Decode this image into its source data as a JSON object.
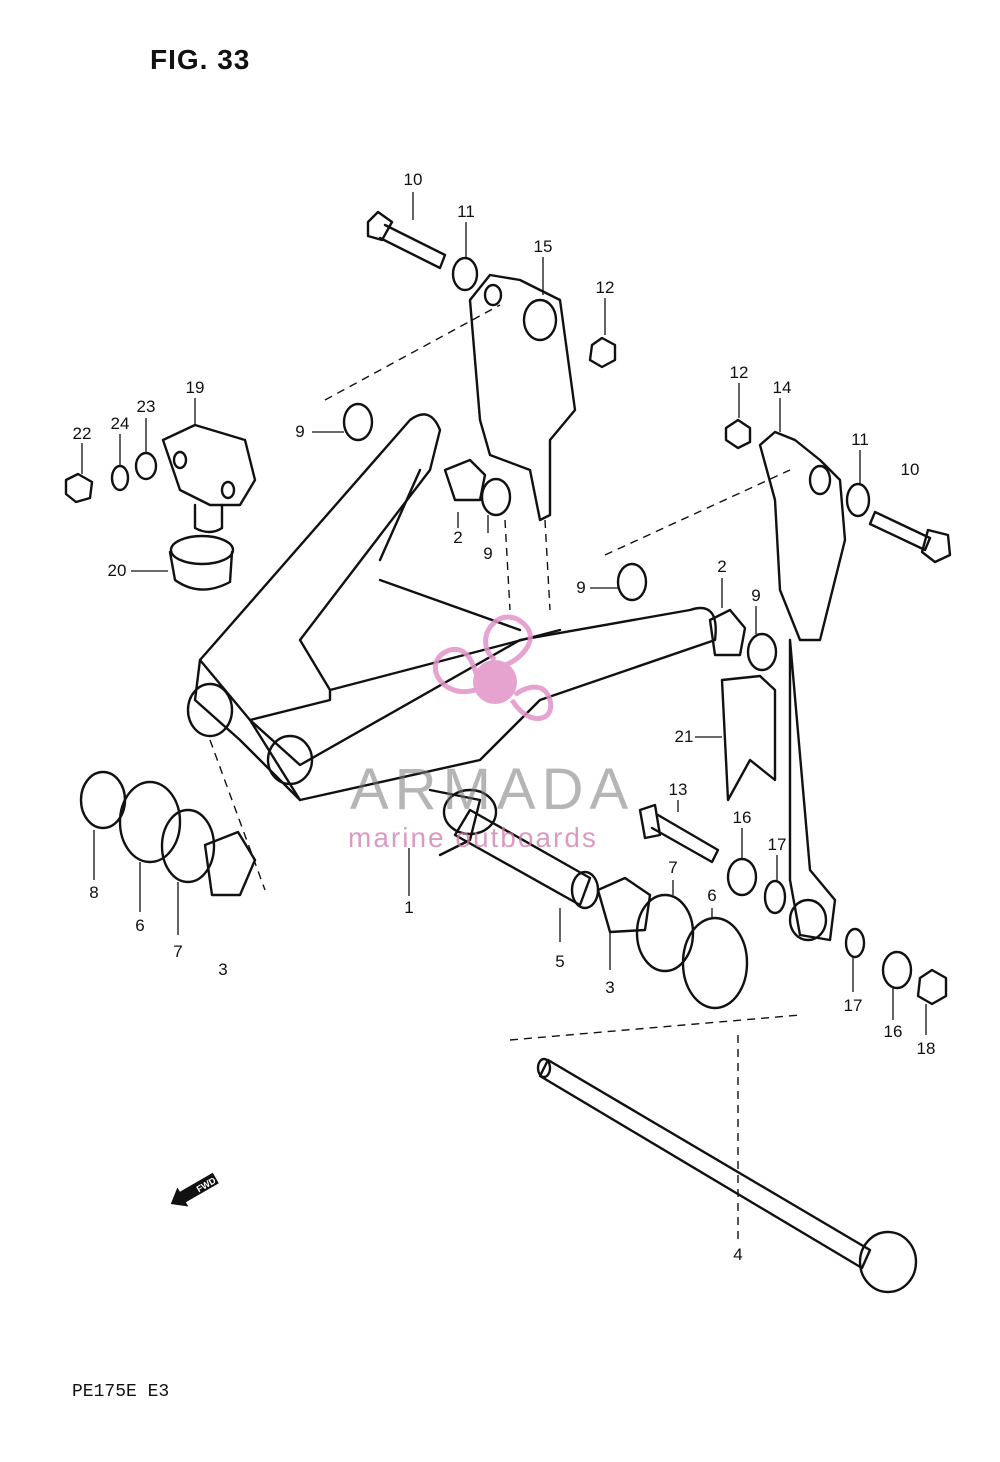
{
  "figure": {
    "title": "FIG. 33",
    "model_code": "PE175E  E3",
    "fwd_label": "FWD"
  },
  "watermark": {
    "brand": "ARMADA",
    "tagline": "marine outboards",
    "accent_color": "#e394c8",
    "text_color": "#7a7a7a"
  },
  "callouts": [
    {
      "id": "c10a",
      "label": "10"
    },
    {
      "id": "c11a",
      "label": "11"
    },
    {
      "id": "c15",
      "label": "15"
    },
    {
      "id": "c12a",
      "label": "12"
    },
    {
      "id": "c19",
      "label": "19"
    },
    {
      "id": "c22",
      "label": "22"
    },
    {
      "id": "c24",
      "label": "24"
    },
    {
      "id": "c23",
      "label": "23"
    },
    {
      "id": "c9a",
      "label": "9"
    },
    {
      "id": "c2a",
      "label": "2"
    },
    {
      "id": "c9b",
      "label": "9"
    },
    {
      "id": "c20",
      "label": "20"
    },
    {
      "id": "c12b",
      "label": "12"
    },
    {
      "id": "c14",
      "label": "14"
    },
    {
      "id": "c11b",
      "label": "11"
    },
    {
      "id": "c10b",
      "label": "10"
    },
    {
      "id": "c9c",
      "label": "9"
    },
    {
      "id": "c2b",
      "label": "2"
    },
    {
      "id": "c9d",
      "label": "9"
    },
    {
      "id": "c21",
      "label": "21"
    },
    {
      "id": "c13",
      "label": "13"
    },
    {
      "id": "c16a",
      "label": "16"
    },
    {
      "id": "c17a",
      "label": "17"
    },
    {
      "id": "c8",
      "label": "8"
    },
    {
      "id": "c6a",
      "label": "6"
    },
    {
      "id": "c7a",
      "label": "7"
    },
    {
      "id": "c3a",
      "label": "3"
    },
    {
      "id": "c1",
      "label": "1"
    },
    {
      "id": "c5",
      "label": "5"
    },
    {
      "id": "c3b",
      "label": "3"
    },
    {
      "id": "c7b",
      "label": "7"
    },
    {
      "id": "c6b",
      "label": "6"
    },
    {
      "id": "c17b",
      "label": "17"
    },
    {
      "id": "c16b",
      "label": "16"
    },
    {
      "id": "c18",
      "label": "18"
    },
    {
      "id": "c4",
      "label": "4"
    }
  ]
}
